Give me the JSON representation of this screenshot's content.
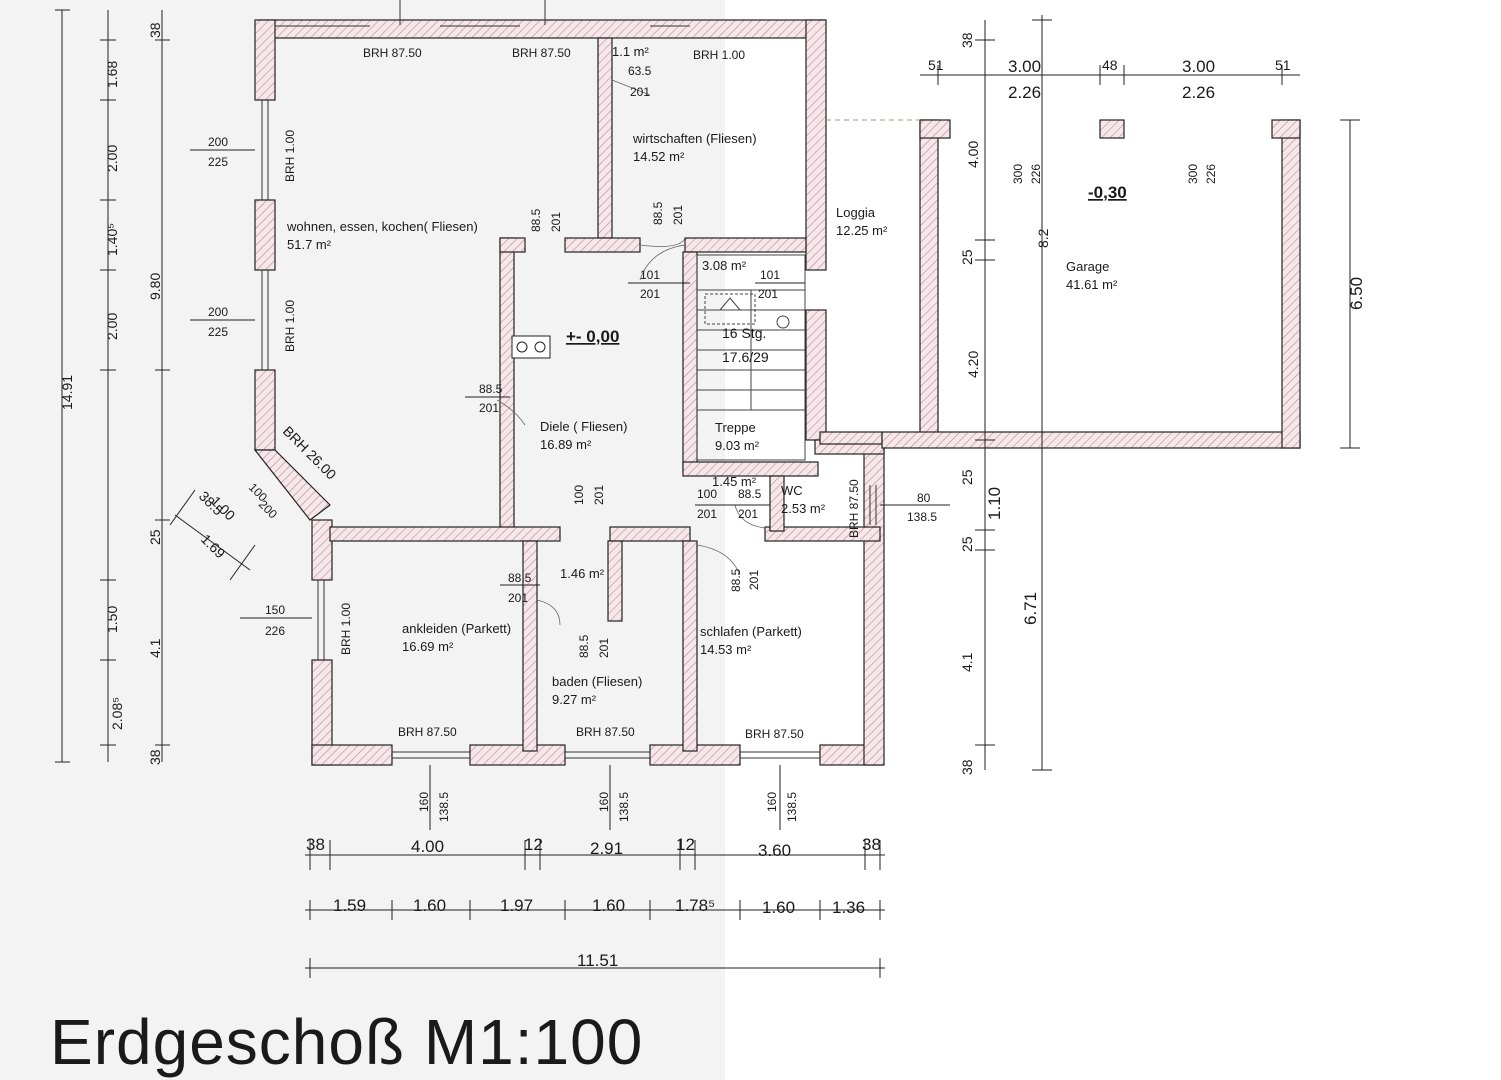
{
  "title": "Erdgeschoß M1:100",
  "rooms": {
    "wirtschaften": "wirtschaften (Fliesen)",
    "wirtschaften_area": "14.52 m²",
    "wohnen": "wohnen, essen, kochen( Fliesen)",
    "wohnen_area": "51.7 m²",
    "loggia": "Loggia",
    "loggia_area": "12.25 m²",
    "garage": "Garage",
    "garage_area": "41.61 m²",
    "garage_level": "-0,30",
    "diele": "Diele ( Fliesen)",
    "diele_area": "16.89 m²",
    "level": "+- 0,00",
    "treppe": "Treppe",
    "treppe_area": "9.03 m²",
    "stairs_steps": "16 Stg.",
    "stairs_ratio": "17.6/29",
    "hall_area": "3.08 m²",
    "wc": "WC",
    "wc_area": "2.53 m²",
    "wc_hall_area": "1.45 m²",
    "ankleiden": "ankleiden (Parkett)",
    "ankleiden_area": "16.69 m²",
    "baden": "baden (Fliesen)",
    "baden_area": "9.27 m²",
    "baden_hall_area": "1.46 m²",
    "schlafen": "schlafen (Parkett)",
    "schlafen_area": "14.53 m²",
    "storage": "1.1 m²"
  },
  "brh": {
    "b8750": "BRH 87.50",
    "b100": "BRH 1.00",
    "b2600": "BRH 26.00"
  },
  "openings": {
    "w200": "200",
    "w225": "225",
    "w150": "150",
    "w226": "226",
    "d885": "88.5",
    "d201": "201",
    "d101": "101",
    "d100": "100",
    "d80": "80",
    "d1385": "138.5",
    "d160": "160",
    "d300": "300",
    "d635": "63.5"
  },
  "dims_left": [
    "38",
    "1.68",
    "2.00",
    "1.40⁵",
    "2.00",
    "25",
    "1.50",
    "2.08⁵",
    "38"
  ],
  "dims_left_total": [
    "14.91",
    "9.80",
    "4.1"
  ],
  "dims_bottom1": [
    "38",
    "4.00",
    "12",
    "2.91",
    "12",
    "3.60",
    "38"
  ],
  "dims_bottom2": [
    "1.59",
    "1.60",
    "1.97",
    "1.60",
    "1.78⁵",
    "1.60",
    "1.36"
  ],
  "dims_bottom_total": "11.51",
  "dims_top": [
    "51",
    "3.00",
    "48",
    "3.00",
    "51"
  ],
  "dims_top2": [
    "2.26",
    "2.26"
  ],
  "dims_right": [
    "38",
    "4.00",
    "25",
    "4.20",
    "25",
    "1.10",
    "25",
    "4.1",
    "38"
  ],
  "dims_right_total": [
    "8.2",
    "6.71",
    "6.50"
  ],
  "diag": [
    "38.5",
    "1.00",
    "100",
    "200",
    "1.69"
  ]
}
